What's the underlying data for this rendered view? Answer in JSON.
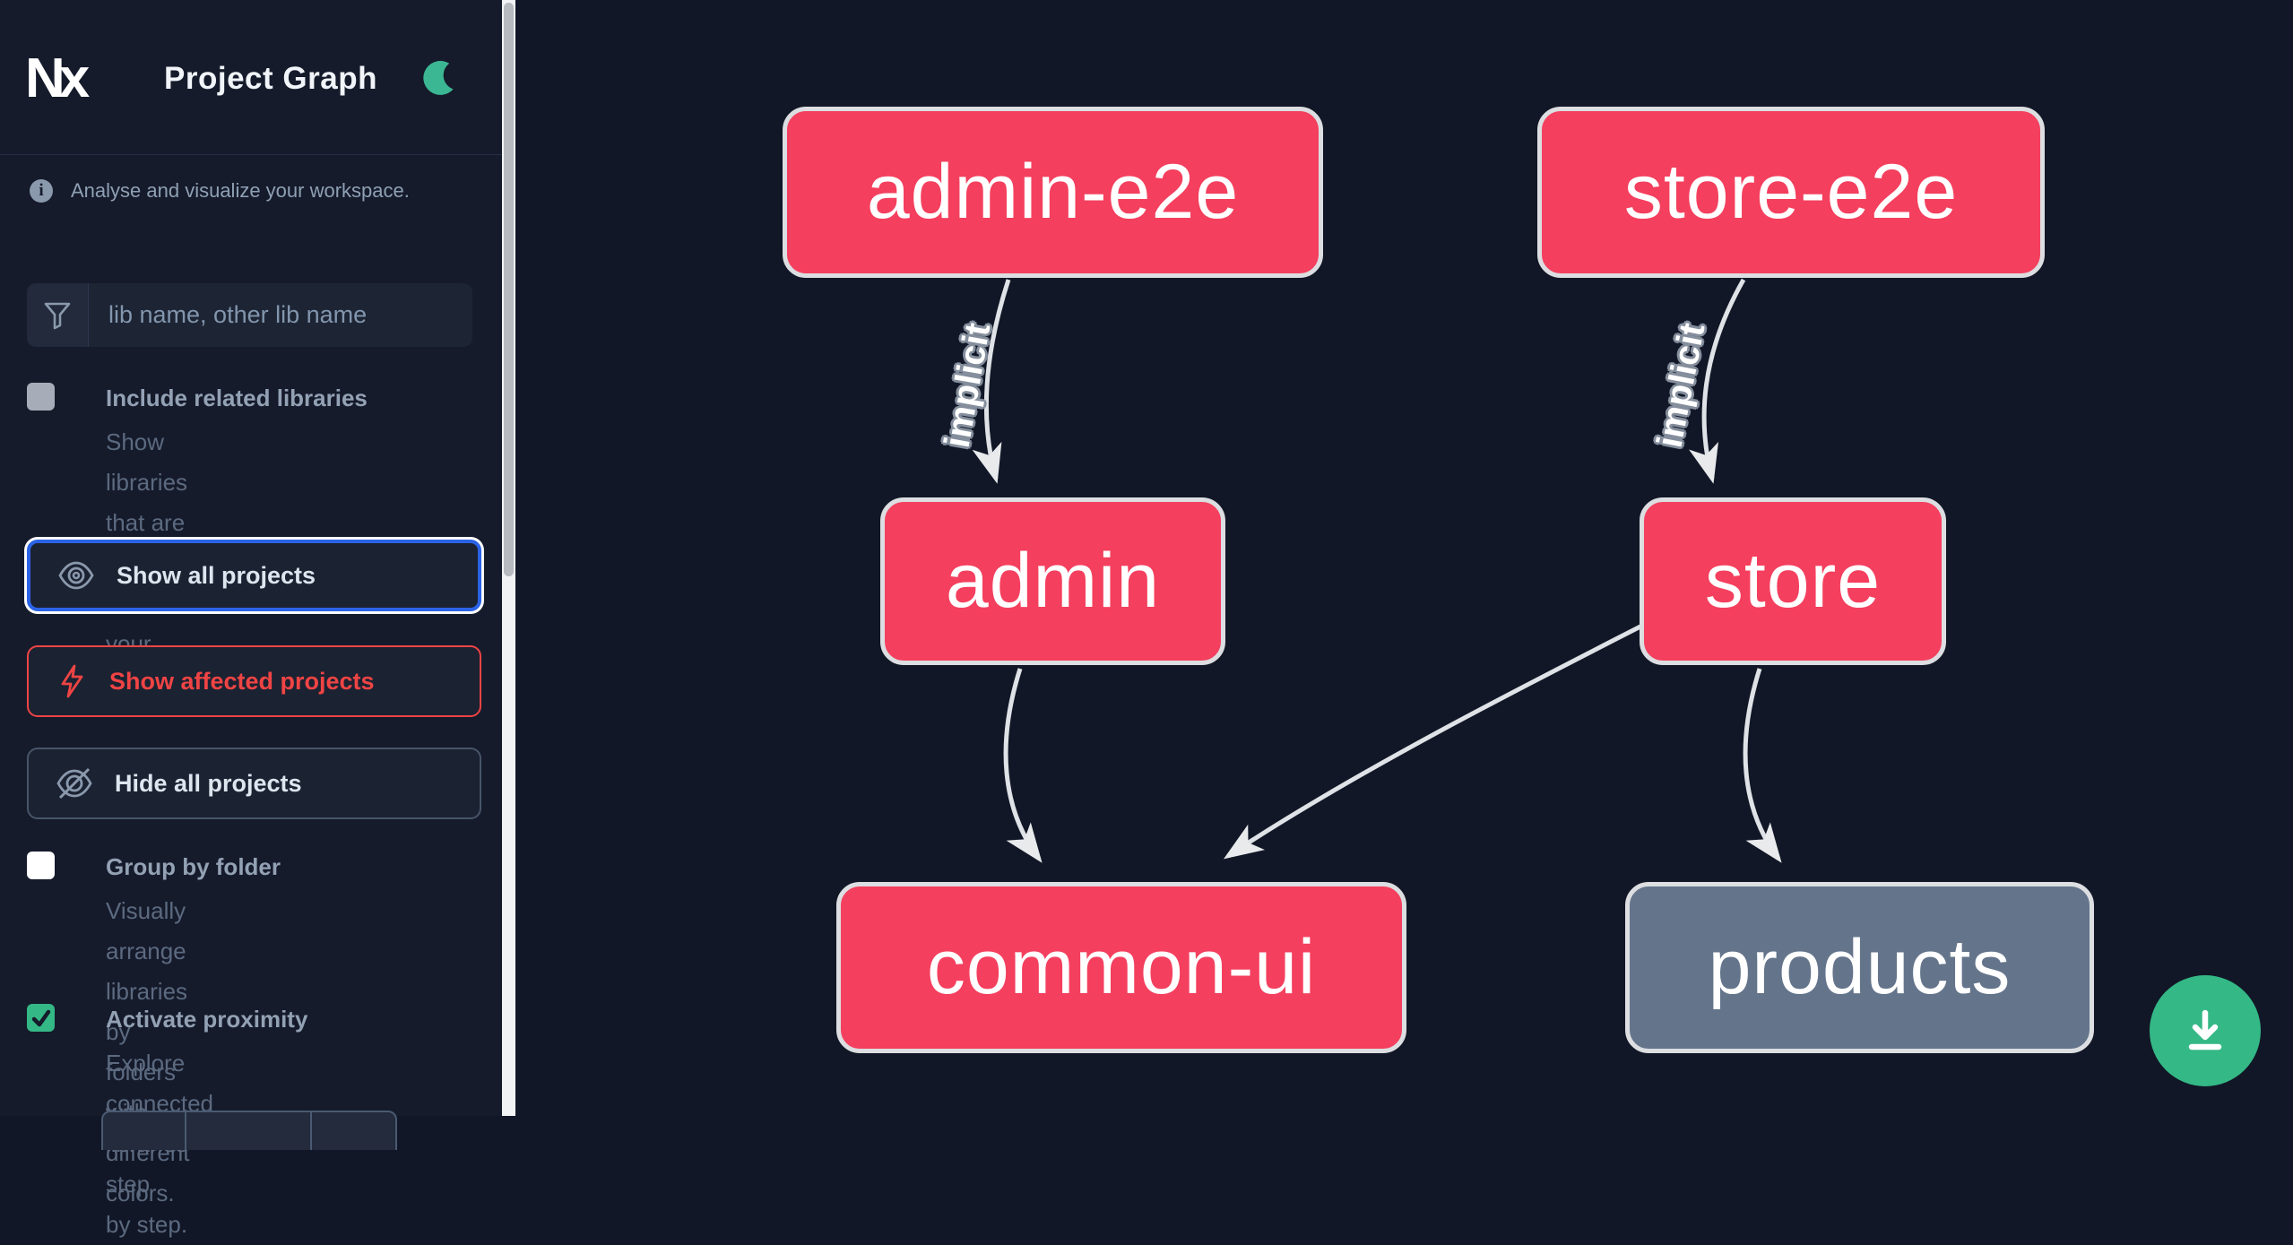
{
  "app": {
    "title": "Project Graph",
    "logo_text": "Nx"
  },
  "sidebar": {
    "tagline": "Analyse and visualize your workspace.",
    "search_placeholder": "lib name, other lib name",
    "checkboxes": [
      {
        "label": "Include related libraries",
        "description": "Show libraries that are related to\nyour search.",
        "checked": false
      },
      {
        "label": "Group by folder",
        "description": "Visually arrange libraries by\nfolders with different colors.",
        "checked": false
      },
      {
        "label": "Activate proximity",
        "description": "Explore connected libraries step\nby step.",
        "checked": true
      }
    ],
    "buttons": [
      {
        "label": "Show all projects",
        "icon": "eye-icon",
        "state": "focused"
      },
      {
        "label": "Show affected projects",
        "icon": "lightning-icon",
        "state": "affected"
      },
      {
        "label": "Hide all projects",
        "icon": "eye-off-icon",
        "state": "default"
      }
    ]
  },
  "graph": {
    "nodes": [
      {
        "id": "admin-e2e",
        "label": "admin-e2e",
        "style": "focused"
      },
      {
        "id": "store-e2e",
        "label": "store-e2e",
        "style": "focused"
      },
      {
        "id": "admin",
        "label": "admin",
        "style": "focused"
      },
      {
        "id": "store",
        "label": "store",
        "style": "focused"
      },
      {
        "id": "common-ui",
        "label": "common-ui",
        "style": "focused"
      },
      {
        "id": "products",
        "label": "products",
        "style": "unfocused"
      }
    ],
    "edges": [
      {
        "from": "admin-e2e",
        "to": "admin",
        "label": "implicit"
      },
      {
        "from": "store-e2e",
        "to": "store",
        "label": "implicit"
      },
      {
        "from": "admin",
        "to": "common-ui",
        "label": ""
      },
      {
        "from": "store",
        "to": "common-ui",
        "label": ""
      },
      {
        "from": "store",
        "to": "products",
        "label": ""
      }
    ]
  },
  "fab": {
    "icon": "download-icon"
  },
  "colors": {
    "node_focused": "#f43f5e",
    "node_unfocused": "#64748b",
    "node_border": "#dcdee1",
    "edge": "#dfe2e6",
    "focus_ring_blue": "#2b63e6",
    "affected_red": "#ef4444",
    "fab_green": "#34b886",
    "moon_green": "#3bb793",
    "sidebar_bg": "#151b2b",
    "canvas_bg": "#111726"
  }
}
